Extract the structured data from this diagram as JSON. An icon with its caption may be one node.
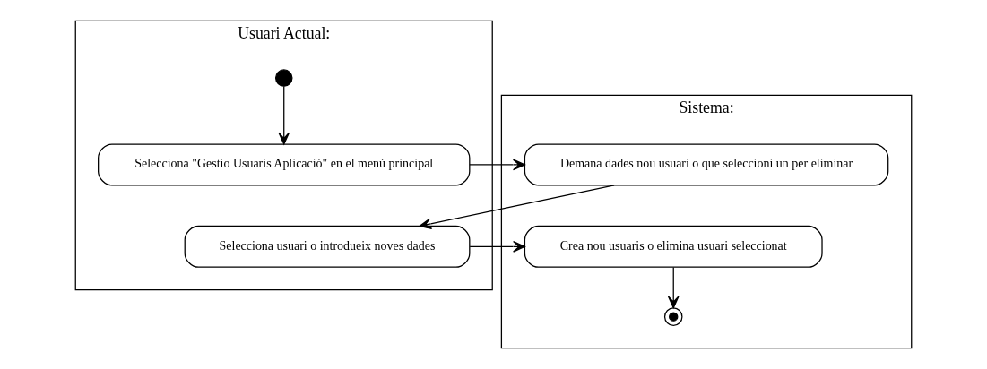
{
  "diagram": {
    "nodes": [
      {
        "text": [
          "Usuari Actual:"
        ]
      },
      {
        "text": [],
        "shape": "circle",
        "in": 0
      },
      {
        "text": [
          "Selecciona \"Gestio Usuaris Aplicació\" en el menú principal"
        ],
        "in": 0
      },
      {
        "text": [
          "Selecciona usuari o introdueix noves dades"
        ],
        "in": 0
      },
      {
        "text": [
          "Sistema:"
        ]
      },
      {
        "text": [
          "Demana dades nou usuari o que seleccioni un per eliminar"
        ],
        "in": 4
      },
      {
        "text": [
          "Crea nou usuaris o elimina usuari seleccionat"
        ],
        "in": 4
      },
      {
        "text": [],
        "shape": "bullseye",
        "in": 4
      }
    ],
    "edges": [
      {
        "from": 1,
        "to": 2,
        "arrow": "to"
      },
      {
        "from": 2,
        "to": 5,
        "arrow": "to"
      },
      {
        "from": 5,
        "to": 3,
        "arrow": "to"
      },
      {
        "from": 3,
        "to": 6,
        "arrow": "to"
      },
      {
        "from": 6,
        "to": 7,
        "arrow": "to"
      }
    ]
  }
}
